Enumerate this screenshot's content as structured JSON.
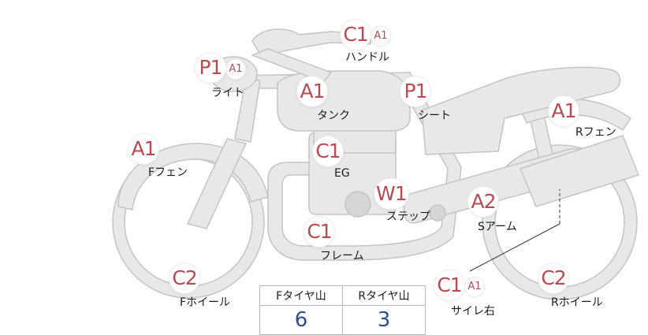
{
  "parts": {
    "handle": {
      "code": "C1",
      "sub": "A1",
      "label": "ハンドル"
    },
    "light": {
      "code": "P1",
      "sub": "A1",
      "label": "ライト"
    },
    "tank": {
      "code": "A1",
      "label": "タンク"
    },
    "seat": {
      "code": "P1",
      "label": "シート"
    },
    "r_fender": {
      "code": "A1",
      "label": "Rフェン"
    },
    "f_fender": {
      "code": "A1",
      "label": "Fフェン"
    },
    "engine": {
      "code": "C1",
      "label": "EG"
    },
    "step": {
      "code": "W1",
      "label": "ステップ"
    },
    "swing_arm": {
      "code": "A2",
      "label": "Sアーム"
    },
    "frame": {
      "code": "C1",
      "label": "フレーム"
    },
    "f_wheel": {
      "code": "C2",
      "label": "Fホイール"
    },
    "muffler_r": {
      "code": "C1",
      "sub": "A1",
      "label": "サイレ右"
    },
    "r_wheel": {
      "code": "C2",
      "label": "Rホイール"
    }
  },
  "tread_table": {
    "headers": [
      "Fタイヤ山",
      "Rタイヤ山"
    ],
    "values": [
      "6",
      "3"
    ]
  },
  "colors": {
    "bike_fill": "#e8e8e8",
    "bike_stroke": "#c4c4c4",
    "code_text": "#b84a52",
    "value_text": "#2f4f8a"
  }
}
